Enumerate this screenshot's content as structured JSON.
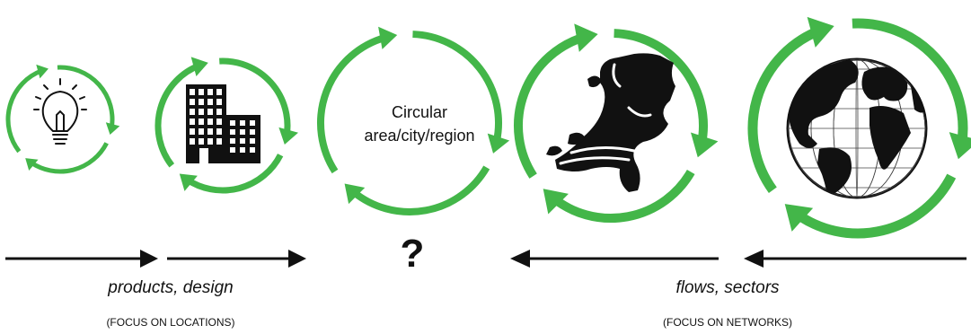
{
  "colors": {
    "accent": "#43b649",
    "ink": "#111111"
  },
  "stages": [
    {
      "icon": "lightbulb-icon"
    },
    {
      "icon": "office-building-icon"
    },
    {
      "label": "Circular area/city/region"
    },
    {
      "icon": "netherlands-map-icon"
    },
    {
      "icon": "globe-icon"
    }
  ],
  "center": {
    "line1": "Circular",
    "line2": "area/city/region",
    "question": "?"
  },
  "left": {
    "caption": "products, design",
    "subcaption": "(FOCUS ON LOCATIONS)"
  },
  "right": {
    "caption": "flows, sectors",
    "subcaption": "(FOCUS ON NETWORKS)"
  }
}
